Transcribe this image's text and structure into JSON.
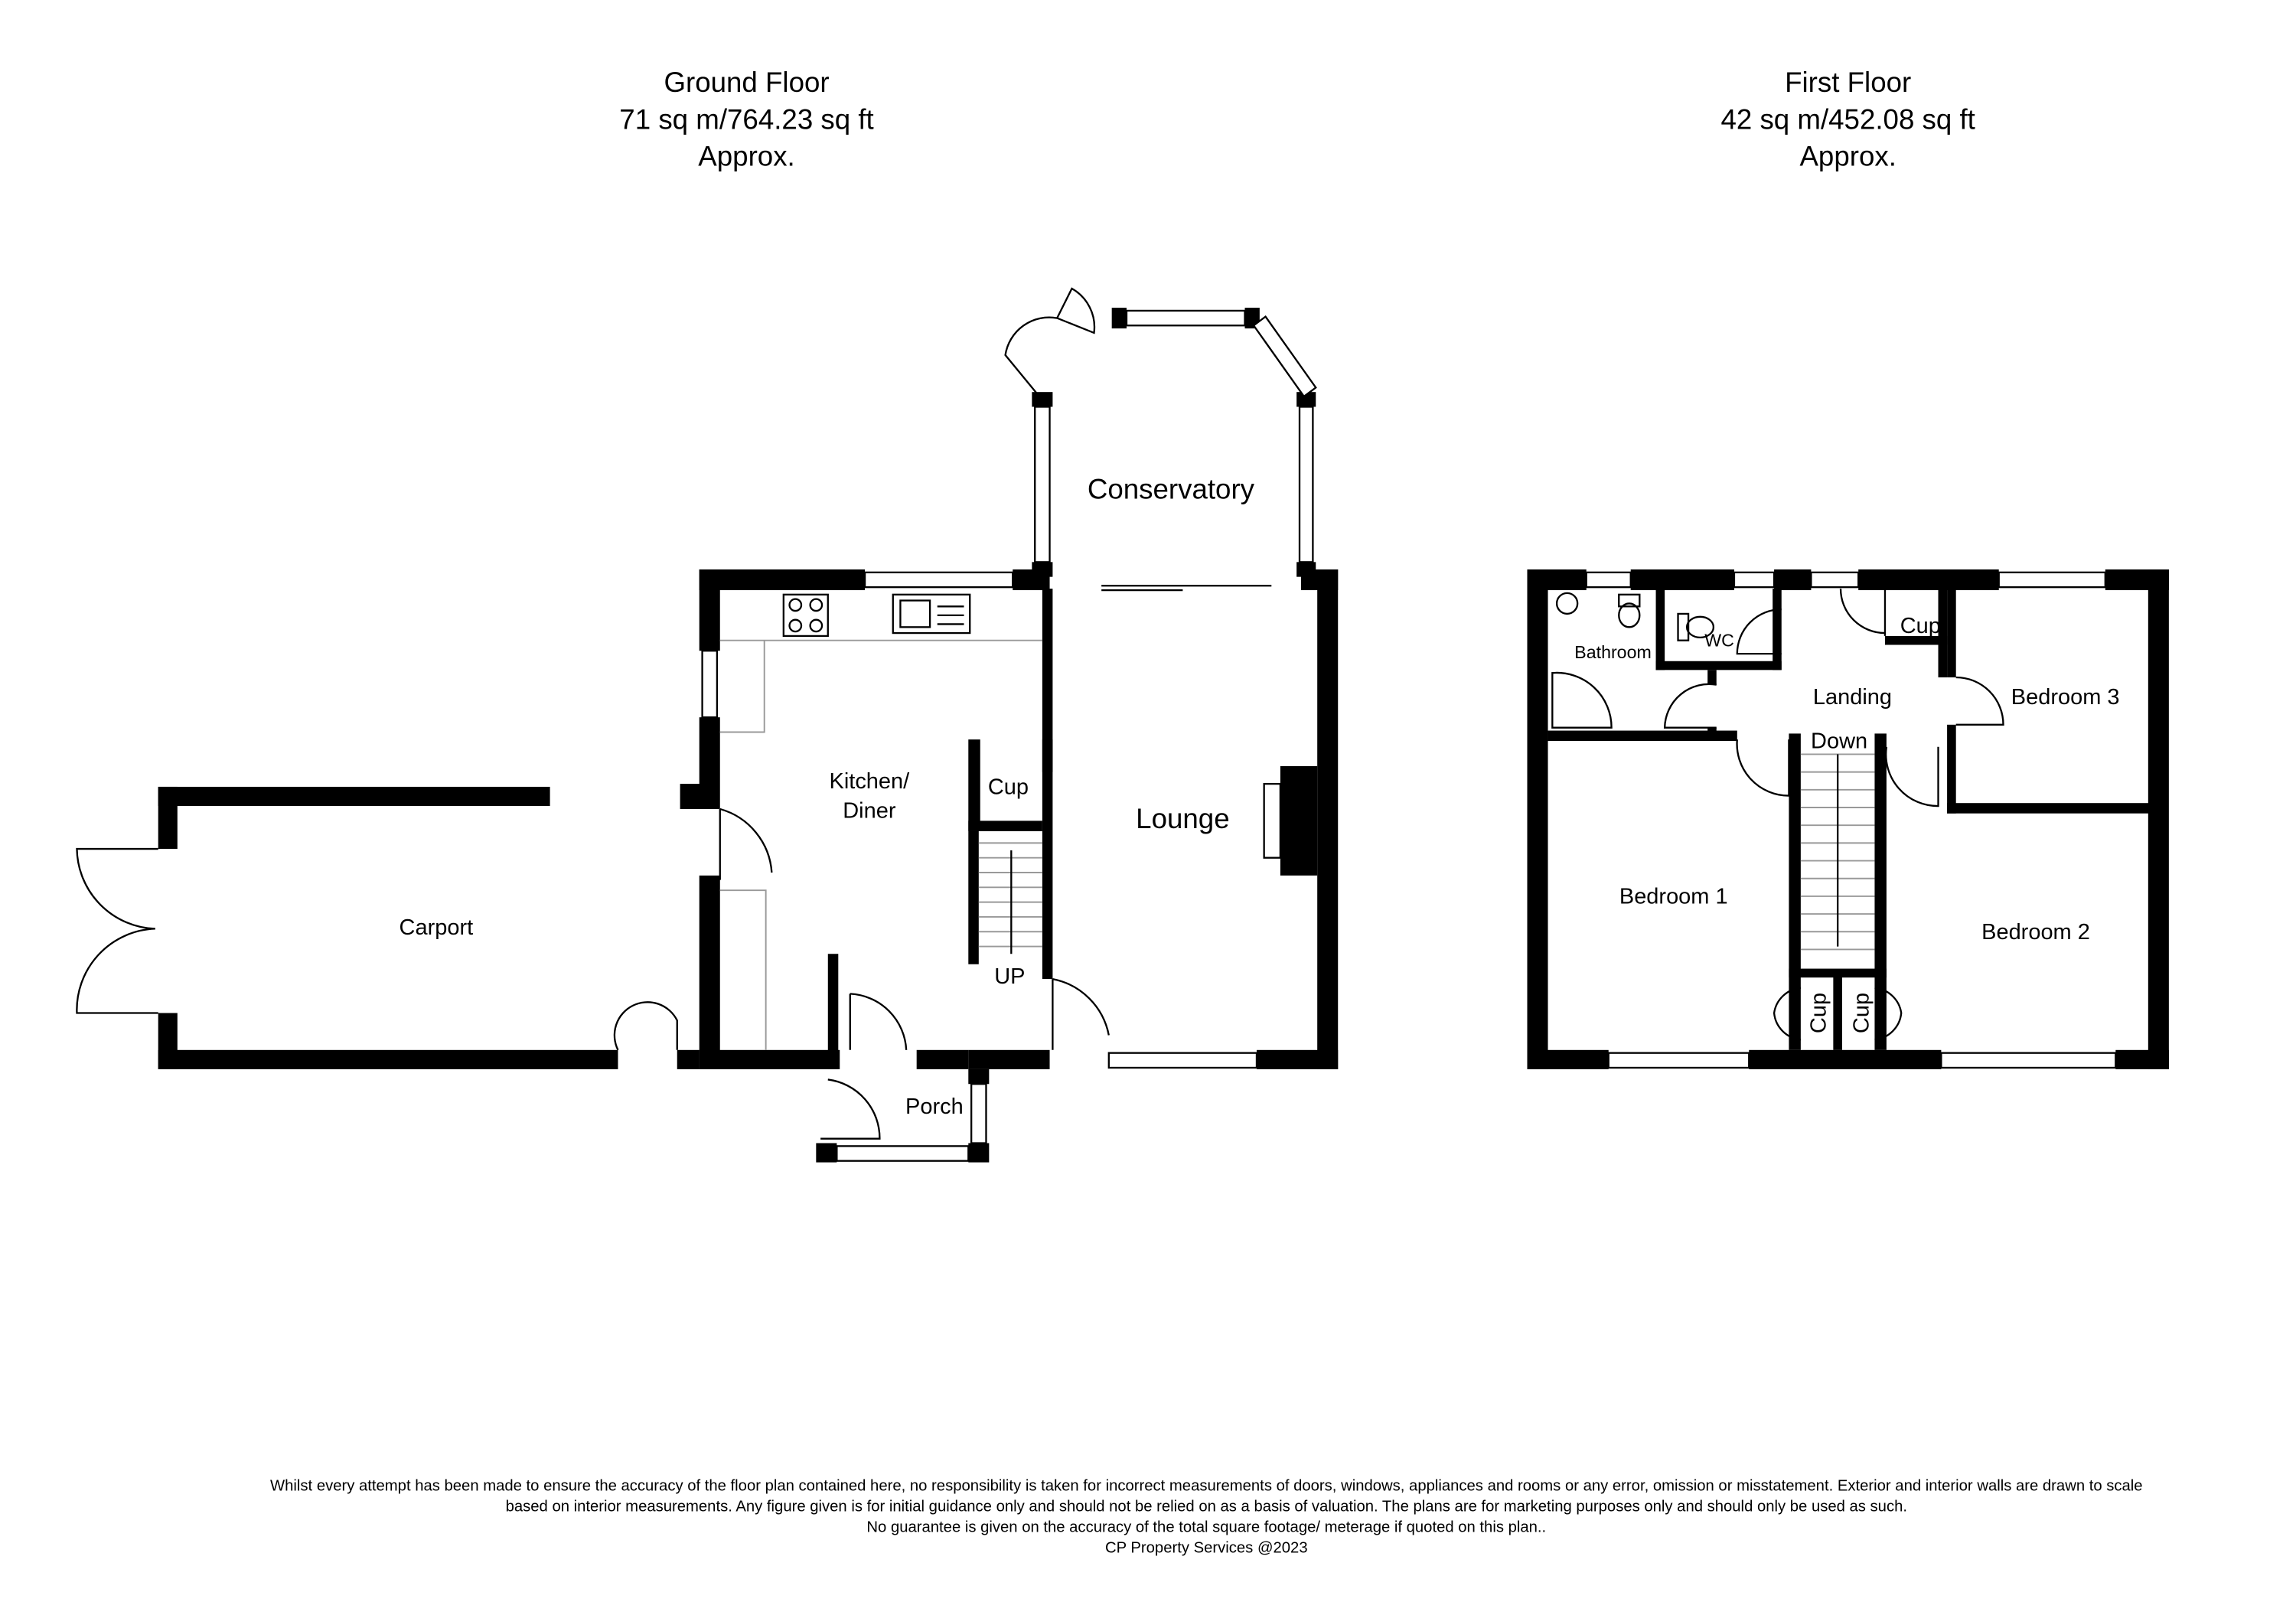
{
  "ground_floor": {
    "title": "Ground Floor",
    "area": "71 sq m/764.23 sq ft",
    "approx": "Approx.",
    "rooms": {
      "conservatory": "Conservatory",
      "kitchen_line1": "Kitchen/",
      "kitchen_line2": "Diner",
      "cup": "Cup",
      "lounge": "Lounge",
      "carport": "Carport",
      "stairs": "UP",
      "porch": "Porch"
    }
  },
  "first_floor": {
    "title": "First Floor",
    "area": "42 sq m/452.08 sq ft",
    "approx": "Approx.",
    "rooms": {
      "wc": "WC",
      "cup_top": "Cup",
      "bathroom": "Bathroom",
      "landing": "Landing",
      "stairs": "Down",
      "bedroom3": "Bedroom 3",
      "bedroom1": "Bedroom 1",
      "bedroom2": "Bedroom 2",
      "cup_left": "Cup",
      "cup_right": "Cup"
    }
  },
  "footer": {
    "line1": "Whilst every attempt has been made to ensure the accuracy of the floor plan contained here, no responsibility is taken for incorrect measurements of doors, windows, appliances and rooms or any error, omission or misstatement. Exterior and interior walls are drawn to scale",
    "line2": "based on interior measurements. Any figure given is for initial guidance only and should not be relied on as a basis of valuation. The plans are for marketing purposes only and should only be used as such.",
    "line3": "No guarantee is given on the accuracy of the total square footage/ meterage if quoted on this plan..",
    "line4": "CP Property Services @2023"
  }
}
